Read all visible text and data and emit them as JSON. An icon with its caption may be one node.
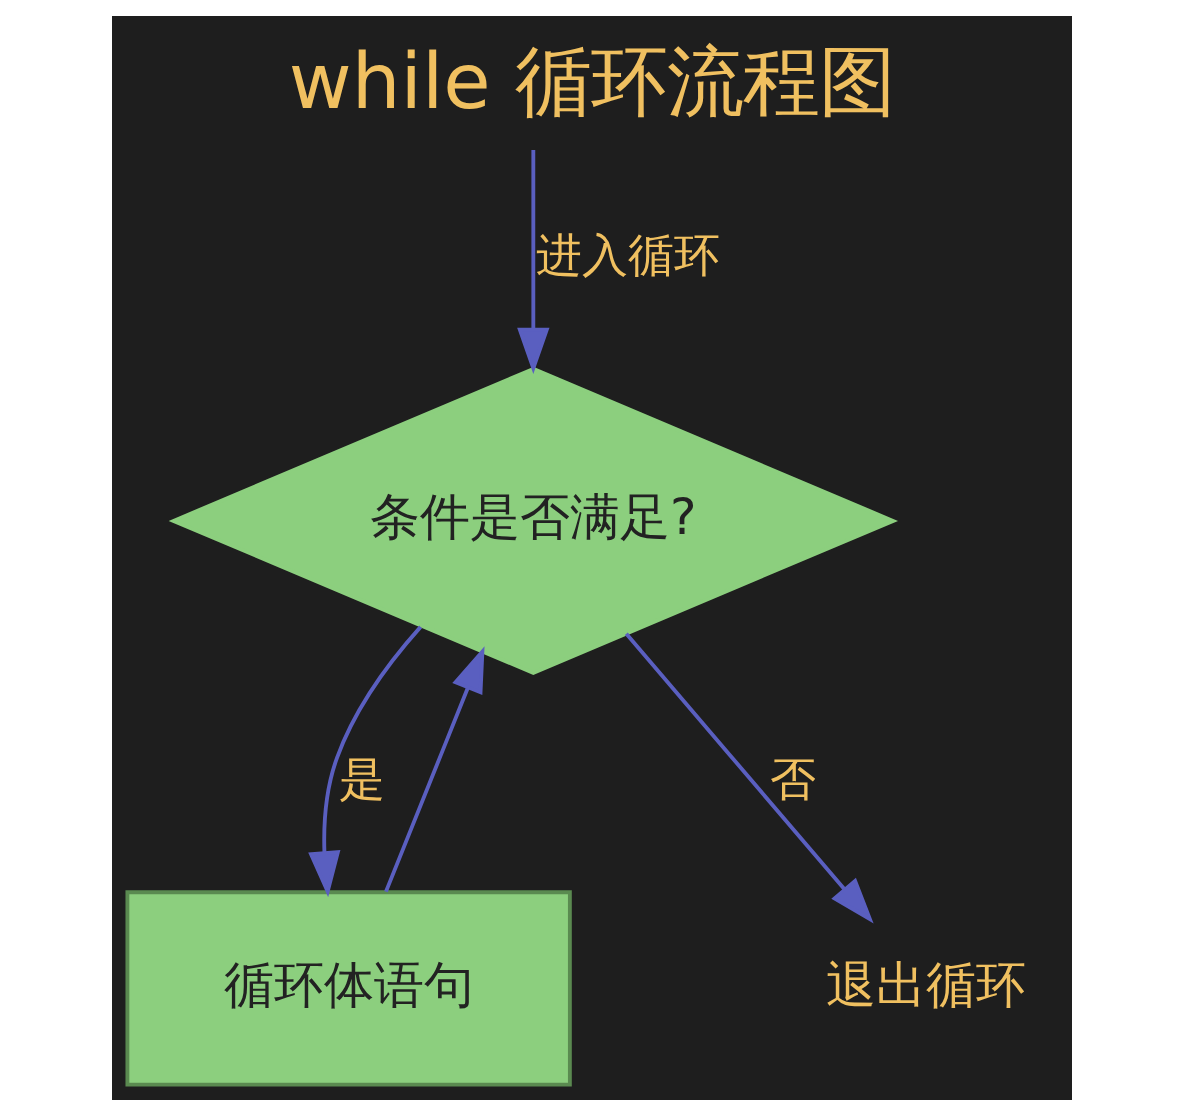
{
  "diagram": {
    "title": "while 循环流程图",
    "nodes": [
      {
        "text": [
          "条件是否满足?"
        ]
      },
      {
        "text": [
          "循环体语句"
        ]
      },
      {
        "text": [
          "退出循环"
        ]
      }
    ],
    "edges": [
      {
        "from": null,
        "to": 0,
        "arrow": "to",
        "label": "进入循环"
      },
      {
        "from": 0,
        "to": 1,
        "arrow": "to",
        "label": "是"
      },
      {
        "from": 1,
        "to": 0,
        "arrow": "to"
      },
      {
        "from": 0,
        "to": 2,
        "arrow": "to",
        "label": "否"
      }
    ]
  }
}
